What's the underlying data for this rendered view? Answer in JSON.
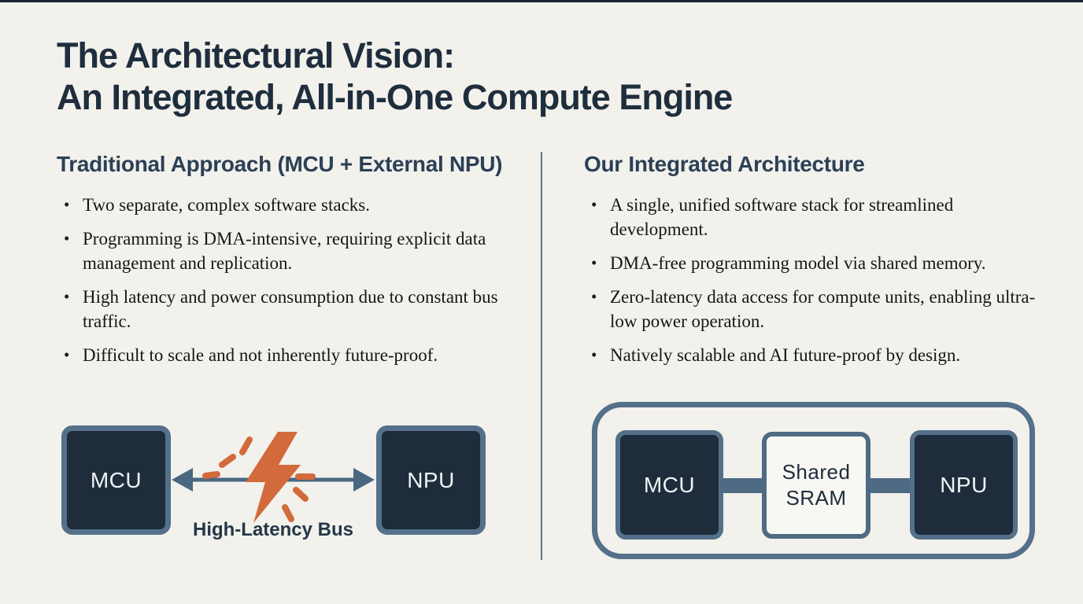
{
  "palette": {
    "background": "#f2f1ec",
    "navy_fill": "#1e2c3b",
    "slate_border": "#54708a",
    "arrow_slate": "#4a6780",
    "accent_orange": "#d26a3c",
    "title_navy": "#1f2e3d",
    "heading_navy": "#2c4055",
    "body_text": "#161616"
  },
  "title": {
    "line1": "The Architectural Vision:",
    "line2": "An Integrated, All-in-One Compute Engine"
  },
  "left_column": {
    "heading": "Traditional Approach (MCU + External NPU)",
    "bullets": [
      "Two separate, complex software stacks.",
      "Programming is DMA-intensive, requiring explicit data management and replication.",
      "High latency and power consumption due to constant bus traffic.",
      "Difficult to scale and not inherently future-proof."
    ],
    "diagram": {
      "mcu_label": "MCU",
      "npu_label": "NPU",
      "bus_label": "High-Latency Bus",
      "bolt_icon": "lightning-bolt",
      "arrow_icon": "bidirectional-arrow"
    }
  },
  "right_column": {
    "heading": "Our Integrated Architecture",
    "bullets": [
      "A single, unified software stack for streamlined development.",
      "DMA-free programming model via shared memory.",
      "Zero-latency data access for compute units, enabling ultra-low power operation.",
      "Natively scalable and AI future-proof by design."
    ],
    "diagram": {
      "mcu_label": "MCU",
      "sram_label_line1": "Shared",
      "sram_label_line2": "SRAM",
      "npu_label": "NPU"
    }
  }
}
